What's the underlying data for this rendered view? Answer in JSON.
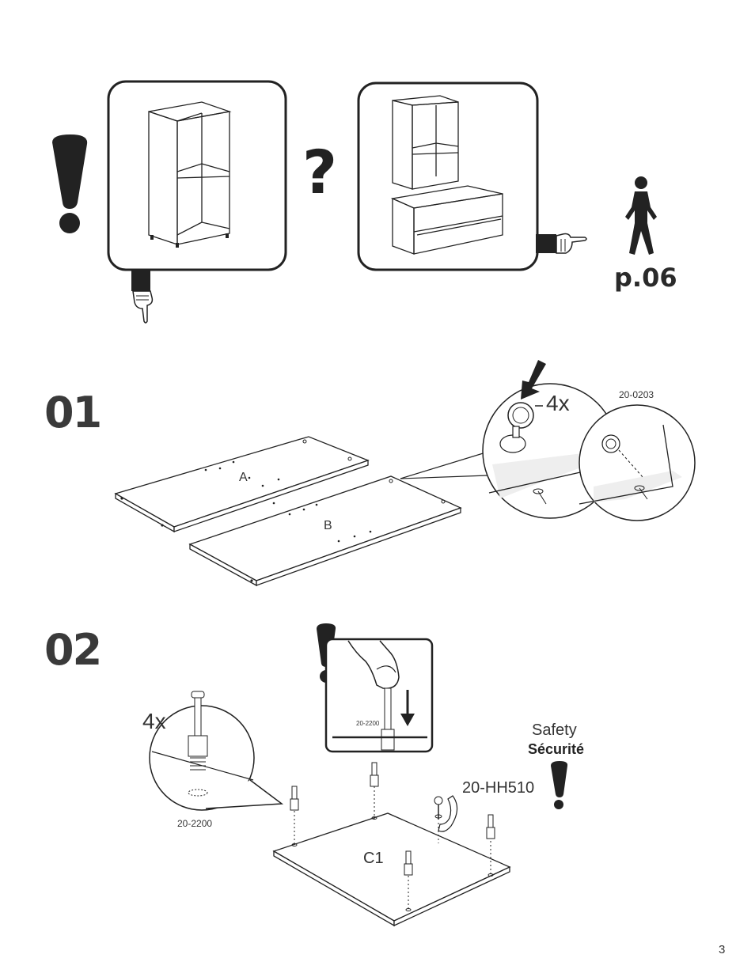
{
  "top": {
    "question_mark": "?",
    "page_ref": "p.06"
  },
  "step01": {
    "number": "01",
    "panel_a": "A",
    "panel_b": "B",
    "quantity": "4x",
    "part_code": "20-0203"
  },
  "step02": {
    "number": "02",
    "quantity": "4x",
    "part_code_zoom": "20-2200",
    "part_code_inset": "20-2200",
    "bracket_code": "20-HH510",
    "panel_c1": "C1",
    "safety_en": "Safety",
    "safety_fr": "Sécurité"
  },
  "footer": {
    "page_number": "3"
  }
}
